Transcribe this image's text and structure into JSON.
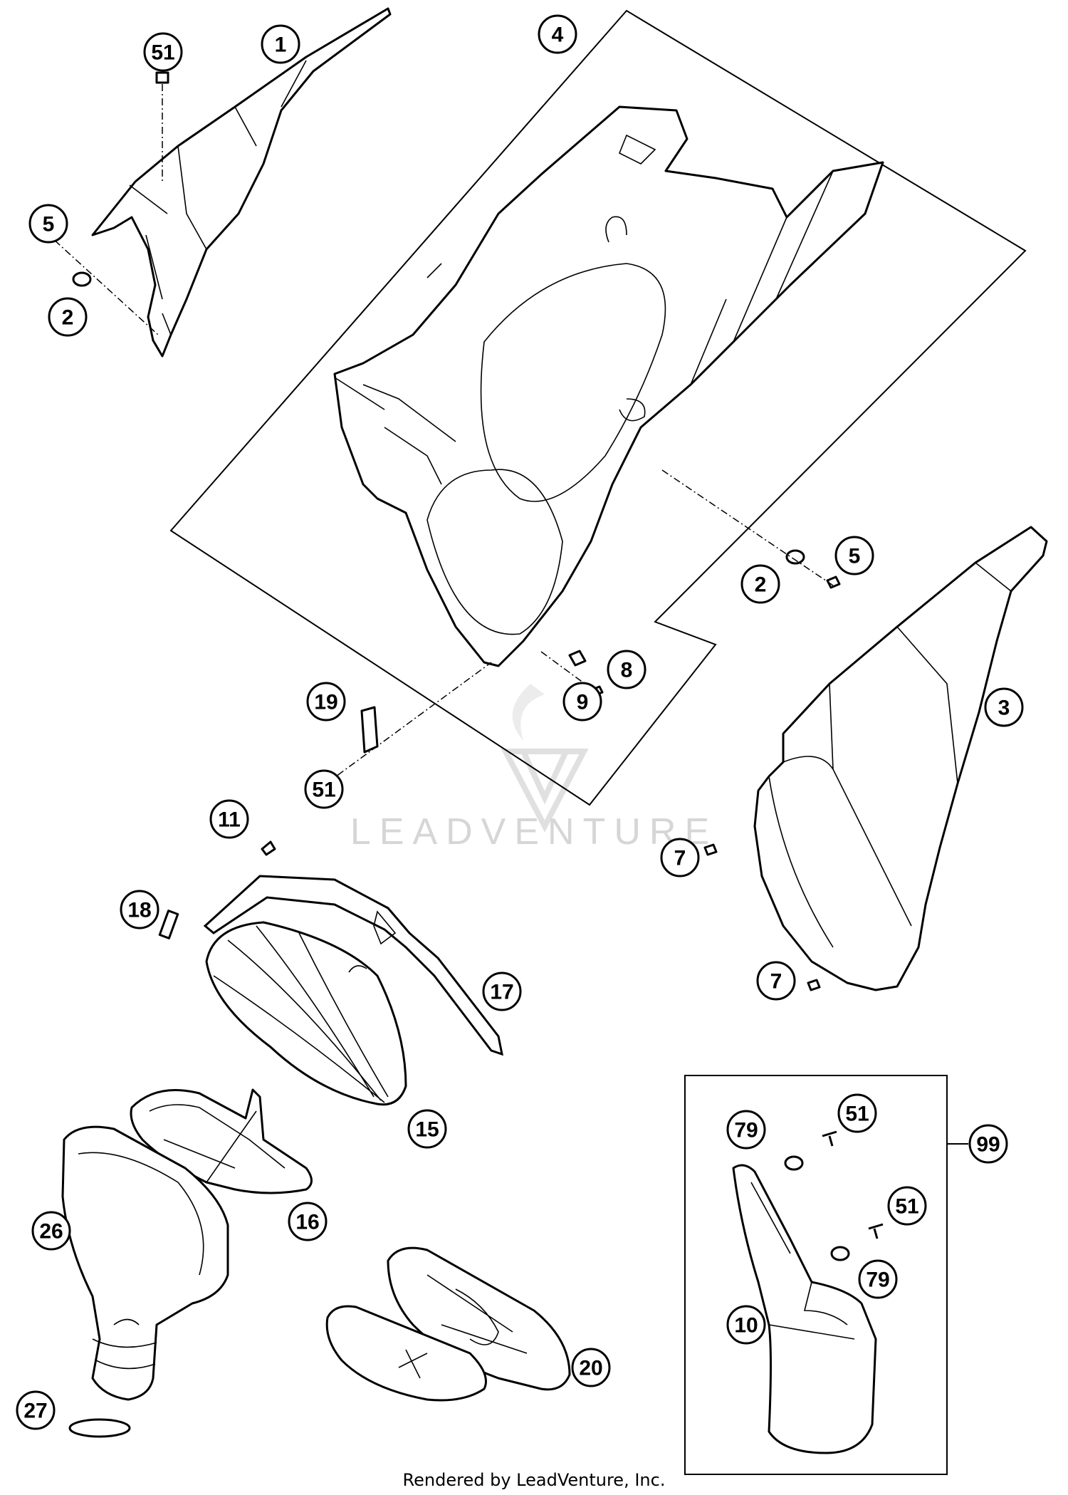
{
  "watermark": "LEADVENTURE",
  "credit": "Rendered by LeadVenture, Inc.",
  "callouts": [
    {
      "id": "c1",
      "label": "1"
    },
    {
      "id": "c51a",
      "label": "51"
    },
    {
      "id": "c5a",
      "label": "5"
    },
    {
      "id": "c2a",
      "label": "2"
    },
    {
      "id": "c4",
      "label": "4"
    },
    {
      "id": "c5b",
      "label": "5"
    },
    {
      "id": "c2b",
      "label": "2"
    },
    {
      "id": "c8",
      "label": "8"
    },
    {
      "id": "c9",
      "label": "9"
    },
    {
      "id": "c19",
      "label": "19"
    },
    {
      "id": "c51b",
      "label": "51"
    },
    {
      "id": "c3",
      "label": "3"
    },
    {
      "id": "c11",
      "label": "11"
    },
    {
      "id": "c7a",
      "label": "7"
    },
    {
      "id": "c18",
      "label": "18"
    },
    {
      "id": "c17",
      "label": "17"
    },
    {
      "id": "c7b",
      "label": "7"
    },
    {
      "id": "c15",
      "label": "15"
    },
    {
      "id": "c16",
      "label": "16"
    },
    {
      "id": "c26",
      "label": "26"
    },
    {
      "id": "c79a",
      "label": "79"
    },
    {
      "id": "c51c",
      "label": "51"
    },
    {
      "id": "c99",
      "label": "99"
    },
    {
      "id": "c51d",
      "label": "51"
    },
    {
      "id": "c79b",
      "label": "79"
    },
    {
      "id": "c10",
      "label": "10"
    },
    {
      "id": "c20",
      "label": "20"
    },
    {
      "id": "c27",
      "label": "27"
    }
  ]
}
